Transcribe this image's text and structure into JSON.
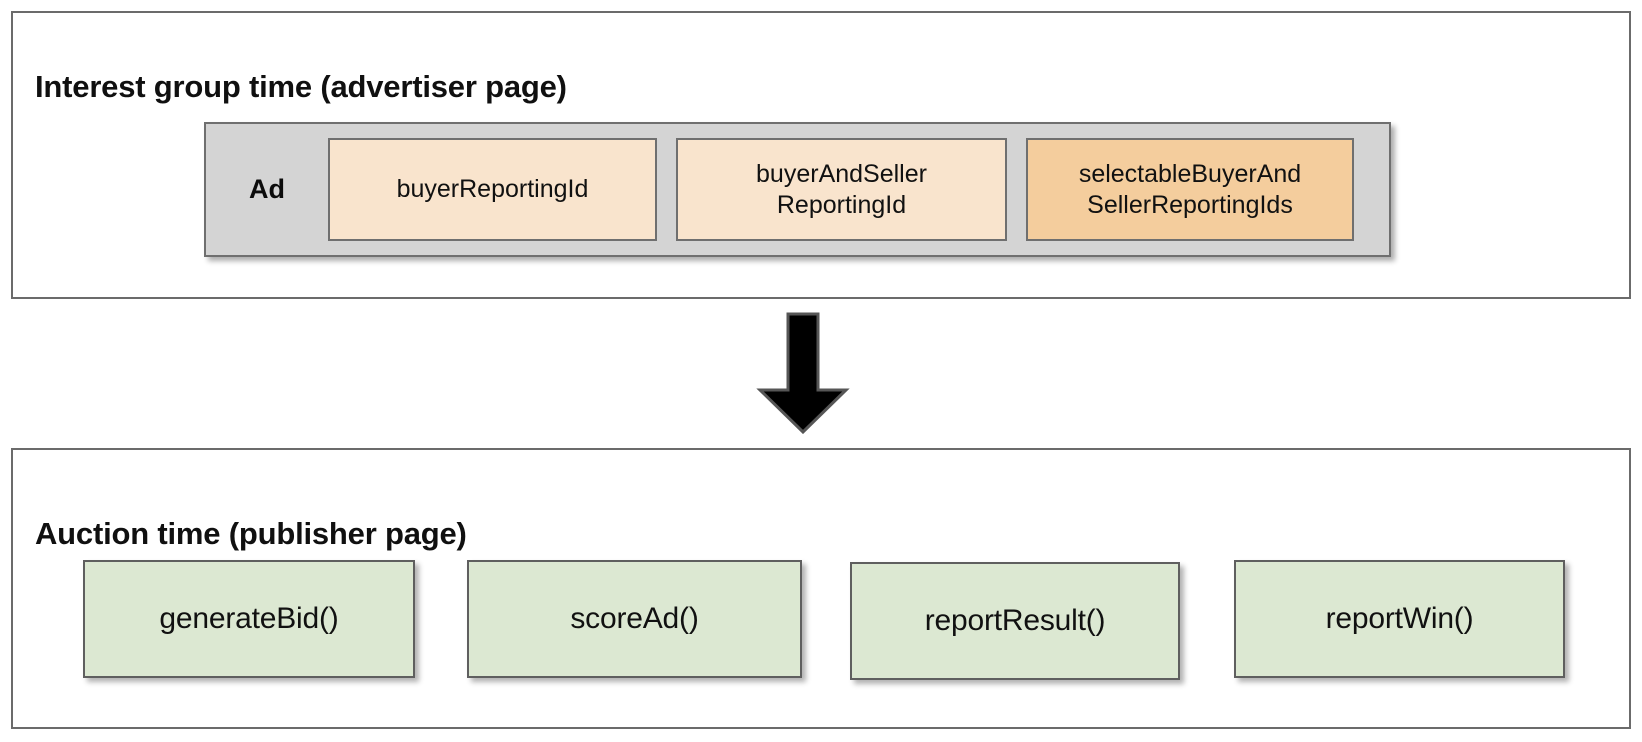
{
  "diagram": {
    "type": "flow",
    "sections": [
      {
        "id": "advertiser",
        "title": "Interest group time (advertiser page)",
        "group": {
          "label": "Ad",
          "fill": "#d4d4d4",
          "items": [
            {
              "label": "buyerReportingId",
              "fill": "#f9e4cd"
            },
            {
              "label": "buyerAndSeller\nReportingId",
              "line1": "buyerAndSeller",
              "line2": "ReportingId",
              "fill": "#f9e4cd"
            },
            {
              "label": "selectableBuyerAnd\nSellerReportingIds",
              "line1": "selectableBuyerAnd",
              "line2": "SellerReportingIds",
              "fill": "#f4cd9d"
            }
          ]
        }
      },
      {
        "id": "auction",
        "title": "Auction time (publisher page)",
        "functions": [
          {
            "label": "generateBid()",
            "fill": "#dce8d2"
          },
          {
            "label": "scoreAd()",
            "fill": "#dce8d2"
          },
          {
            "label": "reportResult()",
            "fill": "#dce8d2"
          },
          {
            "label": "reportWin()",
            "fill": "#dce8d2"
          }
        ]
      }
    ],
    "connector": {
      "icon": "down-arrow-icon",
      "direction": "down",
      "color": "#000000"
    },
    "colors": {
      "panel_border": "#6b6b6b",
      "box_border": "#6f6f6f",
      "group_fill": "#d4d4d4",
      "reporting_light": "#f9e4cd",
      "reporting_dark": "#f4cd9d",
      "function_fill": "#dce8d2",
      "text": "#111111",
      "background": "#ffffff"
    }
  }
}
